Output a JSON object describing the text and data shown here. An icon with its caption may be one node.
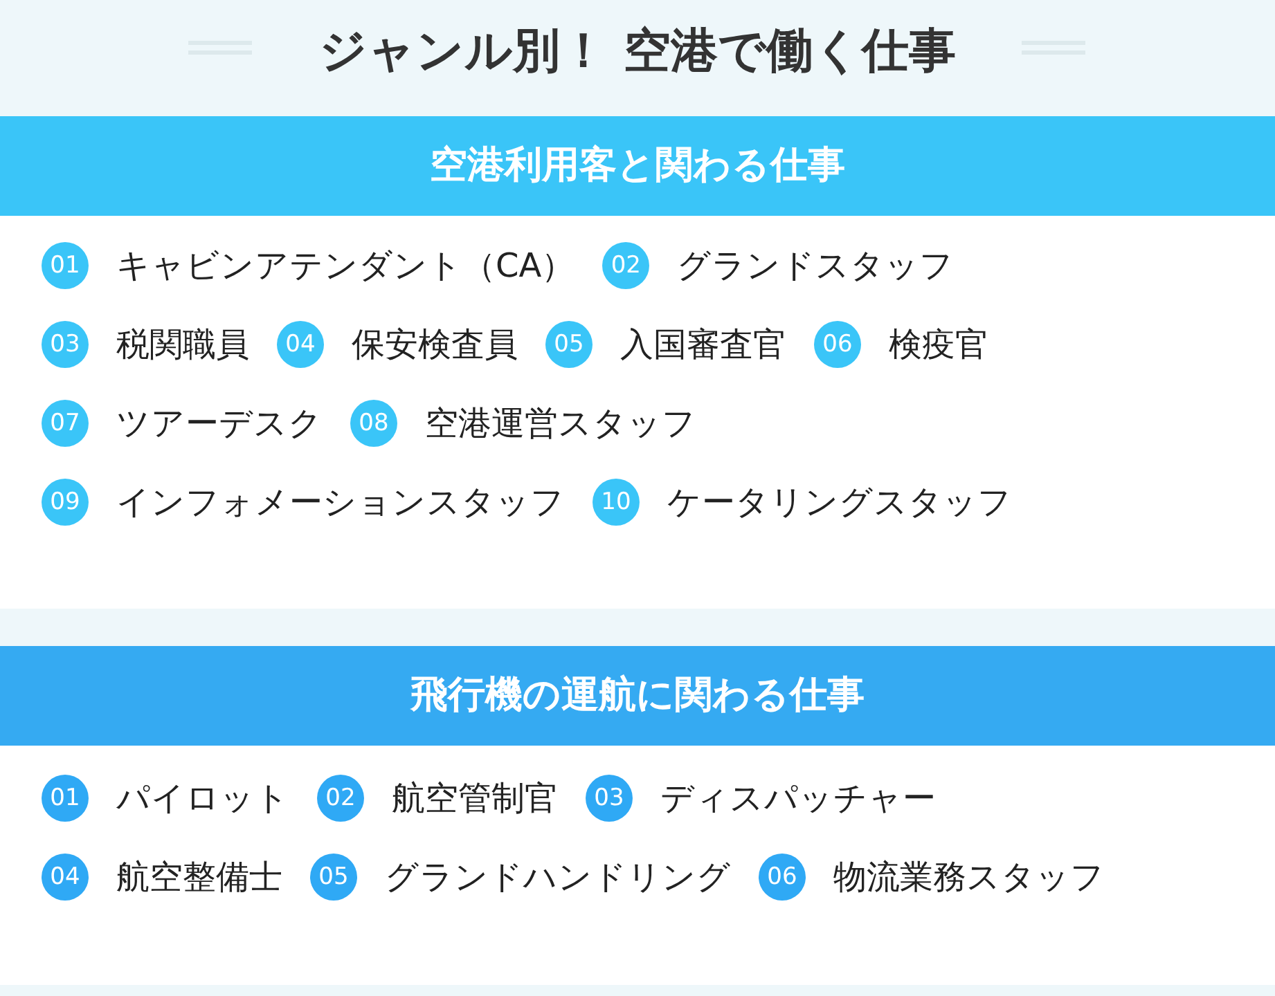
{
  "diagram": {
    "title": "ジャンル別！ 空港で働く仕事",
    "nodes": [
      {
        "text": [
          "空港利用客と関わる仕事"
        ]
      },
      {
        "text": [
          "01"
        ],
        "in": 0,
        "beside": [
          "キャビンアテンダント（CA）"
        ]
      },
      {
        "text": [
          "02"
        ],
        "in": 0,
        "beside": [
          "グランドスタッフ"
        ]
      },
      {
        "text": [
          "03"
        ],
        "in": 0,
        "beside": [
          "税関職員"
        ]
      },
      {
        "text": [
          "04"
        ],
        "in": 0,
        "beside": [
          "保安検査員"
        ]
      },
      {
        "text": [
          "05"
        ],
        "in": 0,
        "beside": [
          "入国審査官"
        ]
      },
      {
        "text": [
          "06"
        ],
        "in": 0,
        "beside": [
          "検疫官"
        ]
      },
      {
        "text": [
          "07"
        ],
        "in": 0,
        "beside": [
          "ツアーデスク"
        ]
      },
      {
        "text": [
          "08"
        ],
        "in": 0,
        "beside": [
          "空港運営スタッフ"
        ]
      },
      {
        "text": [
          "09"
        ],
        "in": 0,
        "beside": [
          "インフォメーションスタッフ"
        ]
      },
      {
        "text": [
          "10"
        ],
        "in": 0,
        "beside": [
          "ケータリングスタッフ"
        ]
      },
      {
        "text": [
          "飛行機の運航に関わる仕事"
        ]
      },
      {
        "text": [
          "01"
        ],
        "in": 11,
        "beside": [
          "パイロット"
        ]
      },
      {
        "text": [
          "02"
        ],
        "in": 11,
        "beside": [
          "航空管制官"
        ]
      },
      {
        "text": [
          "03"
        ],
        "in": 11,
        "beside": [
          "ディスパッチャー"
        ]
      },
      {
        "text": [
          "04"
        ],
        "in": 11,
        "beside": [
          "航空整備士"
        ]
      },
      {
        "text": [
          "05"
        ],
        "in": 11,
        "beside": [
          "グランドハンドリング"
        ]
      },
      {
        "text": [
          "06"
        ],
        "in": 11,
        "beside": [
          "物流業務スタッフ"
        ]
      }
    ]
  }
}
